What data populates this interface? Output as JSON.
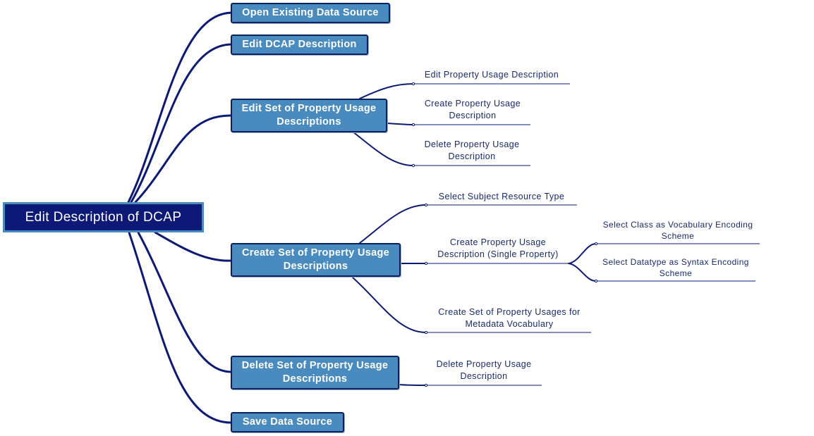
{
  "root": {
    "label": "Edit Description of DCAP"
  },
  "branches": {
    "open_source": {
      "label": "Open Existing Data Source"
    },
    "edit_dcap": {
      "label": "Edit DCAP Description"
    },
    "edit_set": {
      "line1": "Edit Set of Property Usage",
      "line2": "Descriptions"
    },
    "create_set": {
      "line1": "Create Set of Property Usage",
      "line2": "Descriptions"
    },
    "delete_set": {
      "line1": "Delete Set of Property Usage",
      "line2": "Descriptions"
    },
    "save_source": {
      "label": "Save Data Source"
    }
  },
  "leaves": {
    "edit_pu_desc": {
      "line1": "Edit Property Usage Description"
    },
    "create_pu_desc": {
      "line1": "Create Property Usage",
      "line2": "Description"
    },
    "delete_pu_desc": {
      "line1": "Delete Property Usage",
      "line2": "Description"
    },
    "select_subject_type": {
      "line1": "Select Subject Resource Type"
    },
    "create_pu_single": {
      "line1": "Create Property Usage",
      "line2": "Description (Single Property)"
    },
    "create_set_vocab": {
      "line1": "Create Set of Property Usages for",
      "line2": "Metadata Vocabulary"
    },
    "select_class_ves": {
      "line1": "Select Class as Vocabulary Encoding",
      "line2": "Scheme"
    },
    "select_datatype_ses": {
      "line1": "Select Datatype as Syntax Encoding",
      "line2": "Scheme"
    },
    "delete_pu_desc_2": {
      "line1": "Delete Property Usage",
      "line2": "Description"
    }
  },
  "colors": {
    "connector": "#0c1977",
    "node_fill": "#4a8bbf",
    "node_border": "#0b2060",
    "root_fill": "#0c1977",
    "leaf_text": "#1a2a6a"
  }
}
